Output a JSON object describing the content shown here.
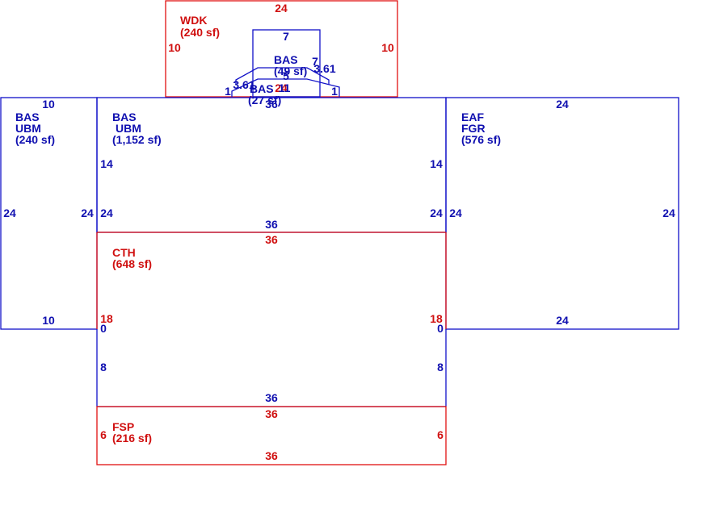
{
  "colors": {
    "blue": "#1010b0",
    "red": "#d01010"
  },
  "areas": {
    "wdk": {
      "code": "WDK",
      "area": "(240 sf)"
    },
    "bas_small": {
      "code": "BAS",
      "area": "(49 sf)"
    },
    "bas_tiny": {
      "code": "BAS",
      "area": "(27 sf)"
    },
    "bas_left": {
      "code": "BAS",
      "code2": "UBM",
      "area": "(240 sf)"
    },
    "bas_main": {
      "code": "BAS",
      "code2": "UBM",
      "area": "(1,152 sf)"
    },
    "eaf": {
      "code": "EAF",
      "code2": "FGR",
      "area": "(576 sf)"
    },
    "cth": {
      "code": "CTH",
      "area": "(648 sf)"
    },
    "fsp": {
      "code": "FSP",
      "area": "(216 sf)"
    }
  },
  "dims": {
    "wdk_top": "24",
    "wdk_left": "10",
    "wdk_right": "10",
    "bay_top": "7",
    "bay_right_a": "7",
    "bay_right_b": "3.61",
    "bay_left": "3.61",
    "bay_mid": "5",
    "bay_red": "24",
    "bay_small_a": "11",
    "bay_side_l": "1",
    "bay_side_r": "1",
    "bay_bottom": "36",
    "left_top": "10",
    "left_bottom": "10",
    "left_l": "24",
    "left_r": "24",
    "main_14_l": "14",
    "main_14_r": "14",
    "main_24_l": "24",
    "main_24_r": "24",
    "main_36_blue": "36",
    "cth_36_red": "36",
    "cth_18_l": "18",
    "cth_18_r": "18",
    "cth_0_l": "0",
    "cth_0_r": "0",
    "cth_8_l": "8",
    "cth_8_r": "8",
    "cth_36_blue": "36",
    "fsp_36_top": "36",
    "fsp_6_l": "6",
    "fsp_6_r": "6",
    "fsp_36_bottom": "36",
    "eaf_top": "24",
    "eaf_bottom": "24",
    "eaf_l": "24",
    "eaf_r": "24"
  }
}
